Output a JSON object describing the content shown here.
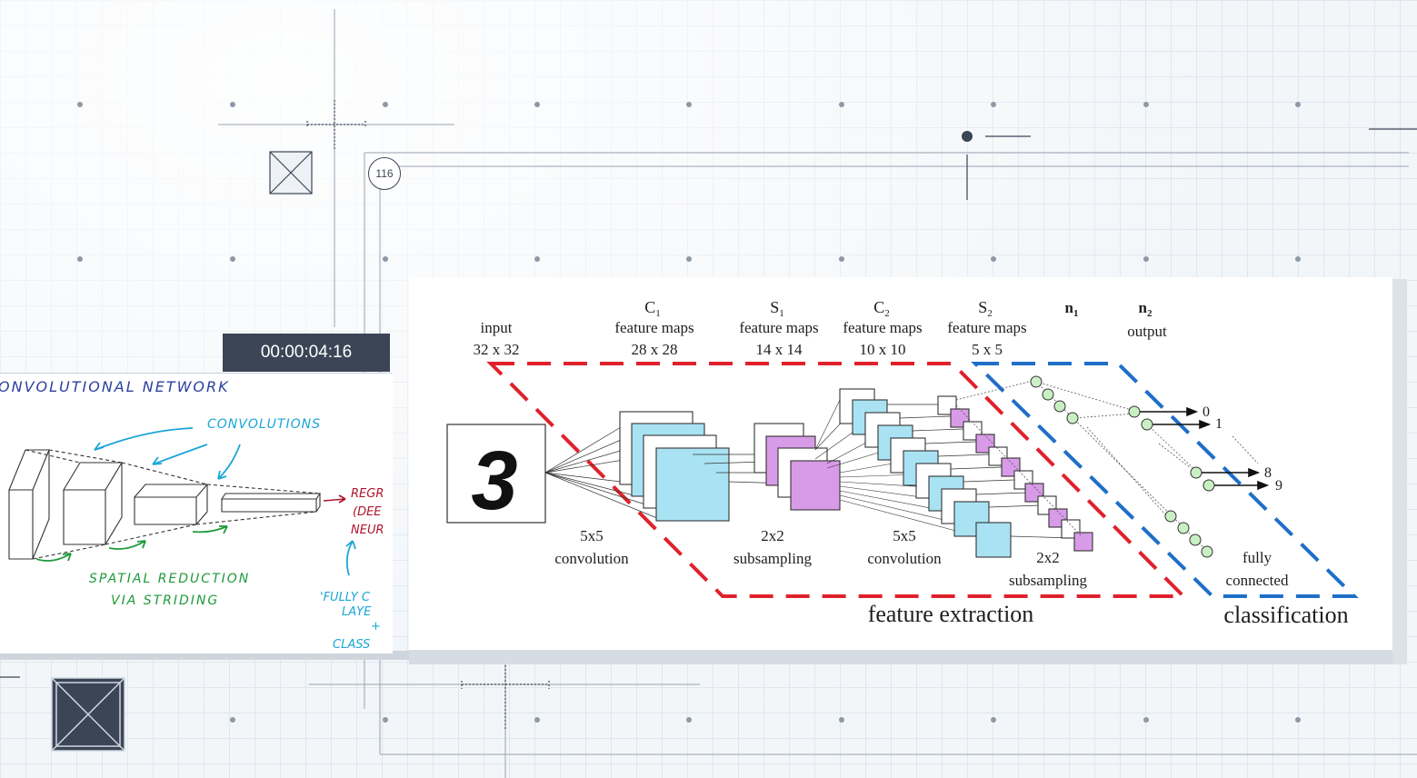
{
  "frame": {
    "badge_number": "116",
    "timestamp": "00:00:04:16"
  },
  "sketch": {
    "title": "ONVOLUTIONAL NETWORK",
    "label_convolutions": "CONVOLUTIONS",
    "label_spatial_1": "SPATIAL REDUCTION",
    "label_spatial_2": "VIA STRIDING",
    "label_regr_1": "REGR",
    "label_regr_2": "(DEE",
    "label_regr_3": "NEUR",
    "label_fc_1": "'FULLY C",
    "label_fc_2": "LAYE",
    "label_fc_3": "+",
    "label_fc_4": "CLASS",
    "colors": {
      "ink_blue": "#2b3f9e",
      "ink_cyan": "#1aa6d6",
      "ink_green": "#1f9a3a",
      "ink_red": "#b0142a"
    }
  },
  "diagram": {
    "stage_input": {
      "name": "input",
      "size": "32 x 32"
    },
    "stage_c1": {
      "letter": "C",
      "sub": "1",
      "name": "feature maps",
      "size": "28 x 28"
    },
    "stage_s1": {
      "letter": "S",
      "sub": "1",
      "name": "feature maps",
      "size": "14 x 14"
    },
    "stage_c2": {
      "letter": "C",
      "sub": "2",
      "name": "feature maps",
      "size": "10 x 10"
    },
    "stage_s2": {
      "letter": "S",
      "sub": "2",
      "name": "feature maps",
      "size": "5 x 5"
    },
    "stage_n1": {
      "letter": "n",
      "sub": "1"
    },
    "stage_n2": {
      "letter": "n",
      "sub": "2",
      "name": "output"
    },
    "input_digit": "3",
    "op1": {
      "line1": "5x5",
      "line2": "convolution"
    },
    "op2": {
      "line1": "2x2",
      "line2": "subsampling"
    },
    "op3": {
      "line1": "5x5",
      "line2": "convolution"
    },
    "op4": {
      "line1": "2x2",
      "line2": "subsampling"
    },
    "op5": {
      "line1": "fully",
      "line2": "connected"
    },
    "outputs": [
      "0",
      "1",
      "8",
      "9"
    ],
    "region_feature": "feature extraction",
    "region_classification": "classification",
    "colors": {
      "feature_box": "#e0212b",
      "classification_box": "#1f6fc8",
      "map_blue": "#a9e3f3",
      "map_purple": "#d89be8",
      "neuron": "#c9f0c2"
    }
  }
}
